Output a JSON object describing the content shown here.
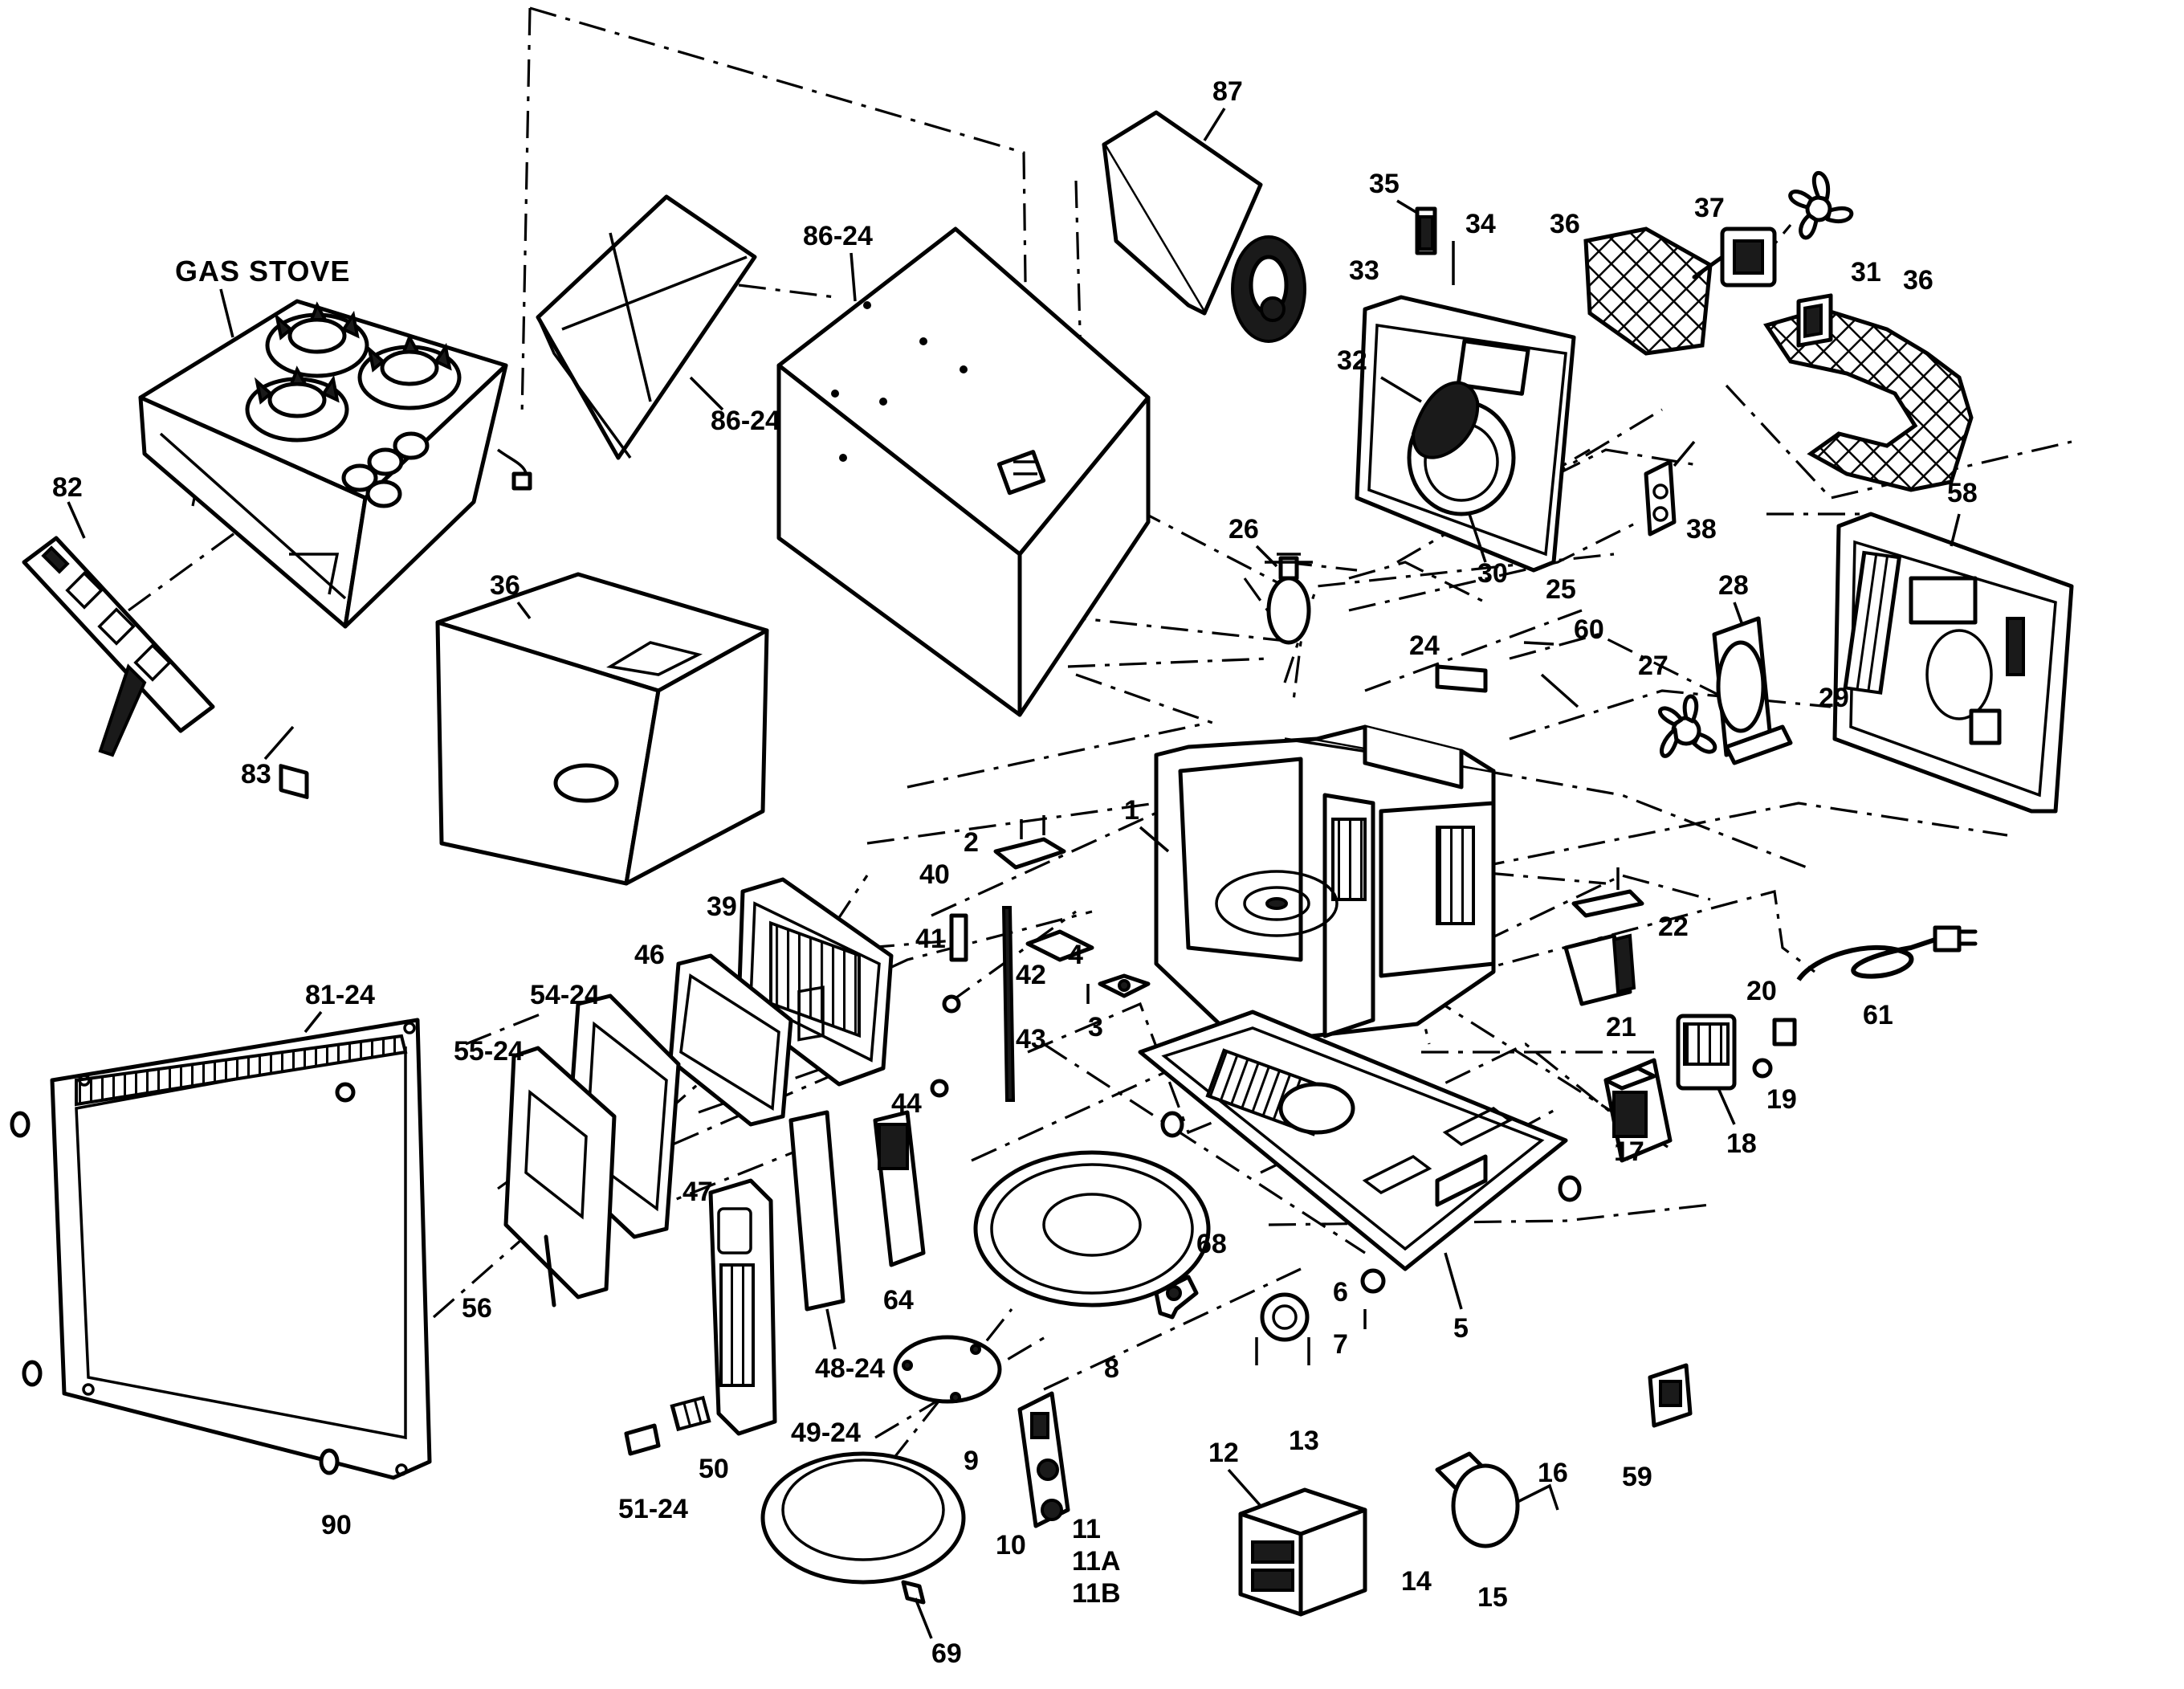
{
  "diagram": {
    "title_label": "GAS STOVE",
    "callouts": {
      "c1": "1",
      "c2": "2",
      "c3": "3",
      "c4": "4",
      "c5": "5",
      "c6": "6",
      "c7": "7",
      "c8": "8",
      "c9": "9",
      "c10": "10",
      "c11": "11",
      "c11a": "11A",
      "c11b": "11B",
      "c12": "12",
      "c13": "13",
      "c14": "14",
      "c15": "15",
      "c16": "16",
      "c17": "17",
      "c18": "18",
      "c19": "19",
      "c20": "20",
      "c21": "21",
      "c22": "22",
      "c24": "24",
      "c25": "25",
      "c26": "26",
      "c27": "27",
      "c28": "28",
      "c29": "29",
      "c30": "30",
      "c31": "31",
      "c32": "32",
      "c33": "33",
      "c34": "34",
      "c35": "35",
      "c36a": "36",
      "c36b": "36",
      "c36c": "36",
      "c37": "37",
      "c38": "38",
      "c39": "39",
      "c40": "40",
      "c41": "41",
      "c42": "42",
      "c43": "43",
      "c44": "44",
      "c46": "46",
      "c47": "47",
      "c48": "48-24",
      "c49": "49-24",
      "c50": "50",
      "c51": "51-24",
      "c54": "54-24",
      "c55": "55-24",
      "c56": "56",
      "c58": "58",
      "c59": "59",
      "c60": "60",
      "c61": "61",
      "c64": "64",
      "c68": "68",
      "c69": "69",
      "c81": "81-24",
      "c82": "82",
      "c83": "83",
      "c86a": "86-24",
      "c86b": "86-24",
      "c87": "87",
      "c90": "90"
    }
  }
}
